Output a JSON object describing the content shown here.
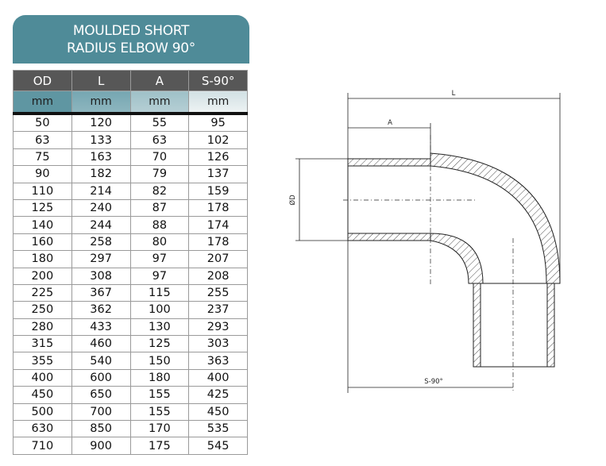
{
  "title": {
    "line1": "MOULDED SHORT",
    "line2": "RADIUS ELBOW 90°"
  },
  "table": {
    "headers": [
      "OD",
      "L",
      "A",
      "S-90°"
    ],
    "units": [
      "mm",
      "mm",
      "mm",
      "mm"
    ],
    "rows": [
      [
        "50",
        "120",
        "55",
        "95"
      ],
      [
        "63",
        "133",
        "63",
        "102"
      ],
      [
        "75",
        "163",
        "70",
        "126"
      ],
      [
        "90",
        "182",
        "79",
        "137"
      ],
      [
        "110",
        "214",
        "82",
        "159"
      ],
      [
        "125",
        "240",
        "87",
        "178"
      ],
      [
        "140",
        "244",
        "88",
        "174"
      ],
      [
        "160",
        "258",
        "80",
        "178"
      ],
      [
        "180",
        "297",
        "97",
        "207"
      ],
      [
        "200",
        "308",
        "97",
        "208"
      ],
      [
        "225",
        "367",
        "115",
        "255"
      ],
      [
        "250",
        "362",
        "100",
        "237"
      ],
      [
        "280",
        "433",
        "130",
        "293"
      ],
      [
        "315",
        "460",
        "125",
        "303"
      ],
      [
        "355",
        "540",
        "150",
        "363"
      ],
      [
        "400",
        "600",
        "180",
        "400"
      ],
      [
        "450",
        "650",
        "155",
        "425"
      ],
      [
        "500",
        "700",
        "155",
        "450"
      ],
      [
        "630",
        "850",
        "170",
        "535"
      ],
      [
        "710",
        "900",
        "175",
        "545"
      ]
    ]
  },
  "drawing": {
    "label_L": "L",
    "label_A": "A",
    "label_OD": "ØD",
    "label_S90": "S-90°"
  },
  "colors": {
    "title_bg": "#4f8b98",
    "header_bg": "#575757"
  }
}
